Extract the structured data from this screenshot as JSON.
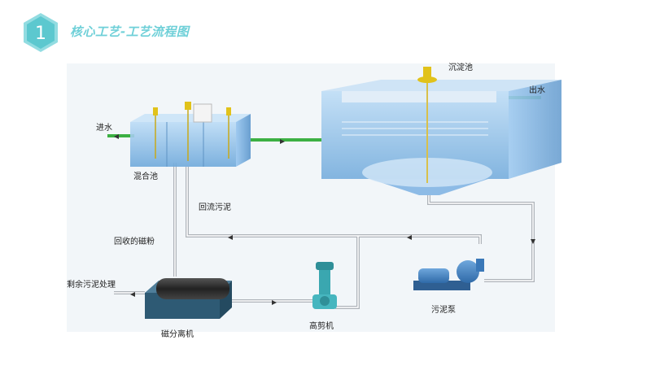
{
  "header": {
    "step_number": "1",
    "title": "核心工艺-工艺流程图"
  },
  "diagram": {
    "labels": {
      "sedimentation_tank": "沉淀池",
      "outlet_water": "出水",
      "inlet_water": "进水",
      "mixing_tank": "混合池",
      "return_sludge": "回流污泥",
      "recovered_magnetic_powder": "回收的磁粉",
      "excess_sludge_treatment": "剩余污泥处理",
      "magnetic_separator": "磁分离机",
      "high_shear_machine": "高剪机",
      "sludge_pump": "污泥泵"
    }
  },
  "colors": {
    "header_accent": "#6fd0d8",
    "water_pipe": "#3cb043",
    "tank_blue": "#8fc3ef",
    "pipe_gray": "#b8bcc2",
    "pump_blue": "#3a78b8"
  }
}
